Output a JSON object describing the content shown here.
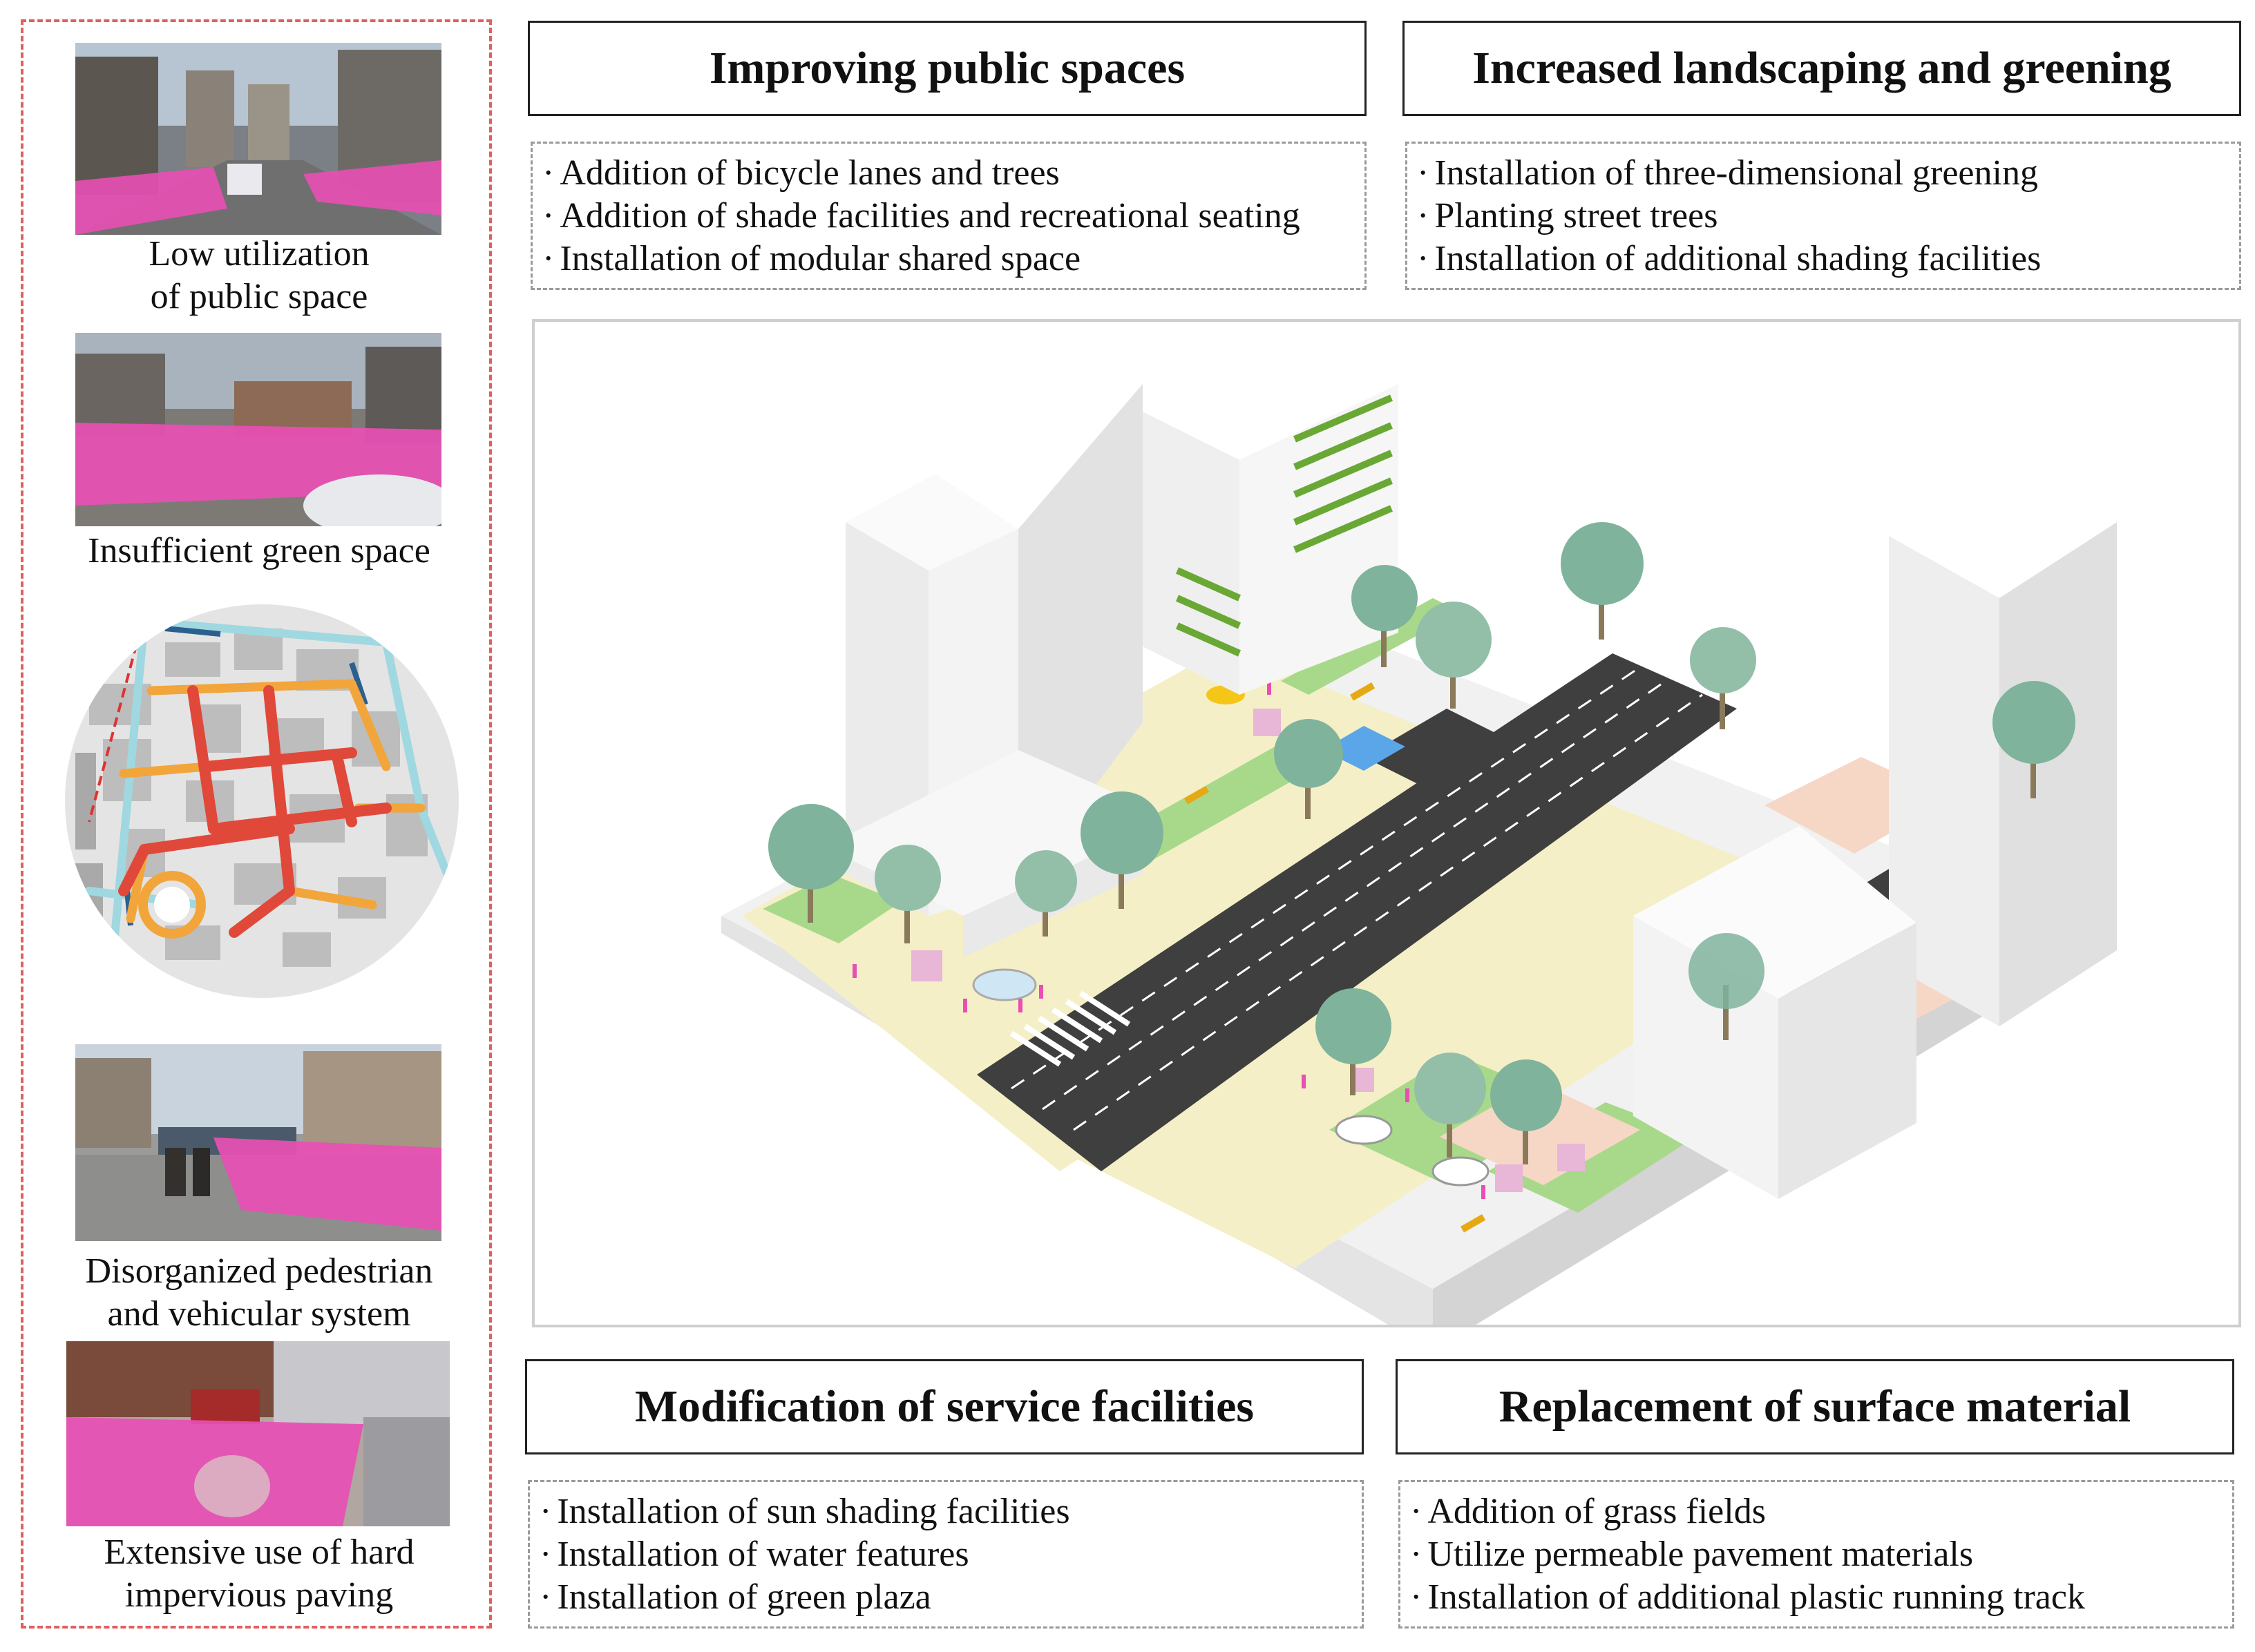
{
  "left_panel": {
    "captions": [
      [
        "Low utilization",
        "of public space"
      ],
      [
        "Insufficient green space"
      ],
      [
        "Disorganized pedestrian",
        "and vehicular system"
      ],
      [
        "Extensive use of hard",
        "impervious paving"
      ]
    ]
  },
  "sections": [
    {
      "title": "Improving public spaces",
      "items": [
        "Addition of bicycle lanes and trees",
        "Addition of shade facilities and recreational seating",
        "Installation of modular shared space"
      ]
    },
    {
      "title": "Increased landscaping and greening",
      "items": [
        "Installation of three-dimensional greening",
        "Planting street trees",
        "Installation of additional shading facilities"
      ]
    },
    {
      "title": "Modification of service facilities",
      "items": [
        "Installation of sun shading facilities",
        "Installation of water features",
        "Installation of green plaza"
      ]
    },
    {
      "title": "Replacement of surface material",
      "items": [
        "Addition of grass fields",
        "Utilize permeable pavement materials",
        "Installation of additional plastic running track"
      ]
    }
  ],
  "bullet_glyph": "·",
  "colors": {
    "highlight_pink": "#e84fb4",
    "panel_border": "#e06060",
    "road": "#3f3f3f",
    "grass": "#a8d98a",
    "sidewalk": "#f5efc7",
    "track": "#f6d7c6",
    "tree": "#7fb39c",
    "major_road": "#e0483a",
    "secondary_road": "#f2a53a",
    "minor_road": "#9fd8e0"
  }
}
